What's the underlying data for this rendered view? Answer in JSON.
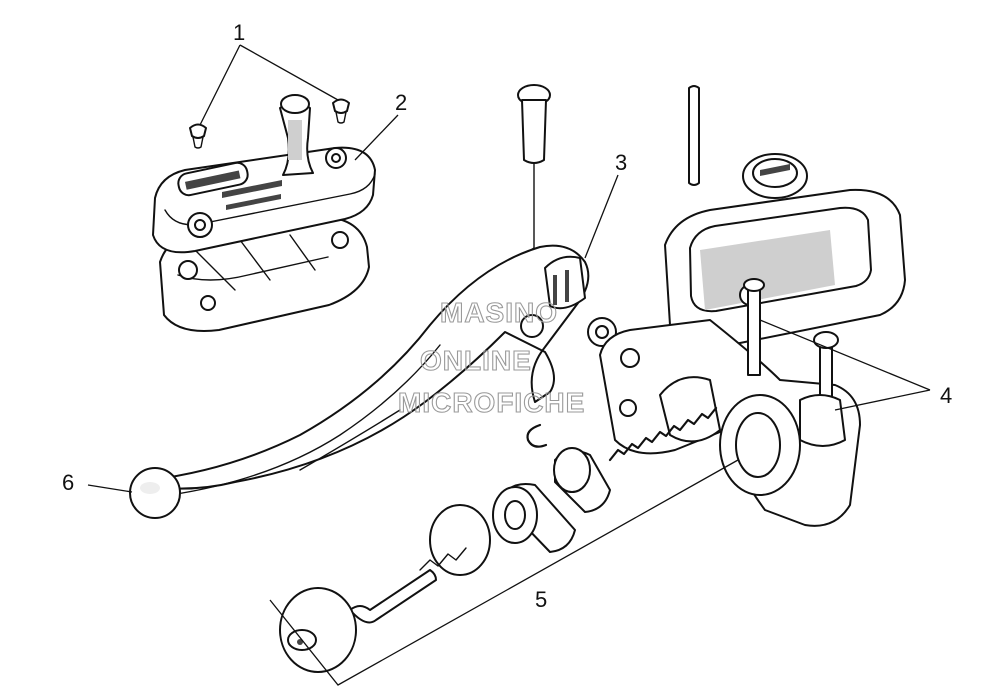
{
  "callouts": [
    {
      "id": "1",
      "label": "1"
    },
    {
      "id": "2",
      "label": "2"
    },
    {
      "id": "3",
      "label": "3"
    },
    {
      "id": "4",
      "label": "4"
    },
    {
      "id": "5",
      "label": "5"
    },
    {
      "id": "6",
      "label": "6"
    }
  ],
  "watermark": {
    "line1": "MASINO",
    "line2": "ONLINE",
    "line3": "MICROFICHE"
  },
  "colors": {
    "ink": "#111111",
    "background": "#ffffff",
    "watermark": "#9a9a9a"
  }
}
